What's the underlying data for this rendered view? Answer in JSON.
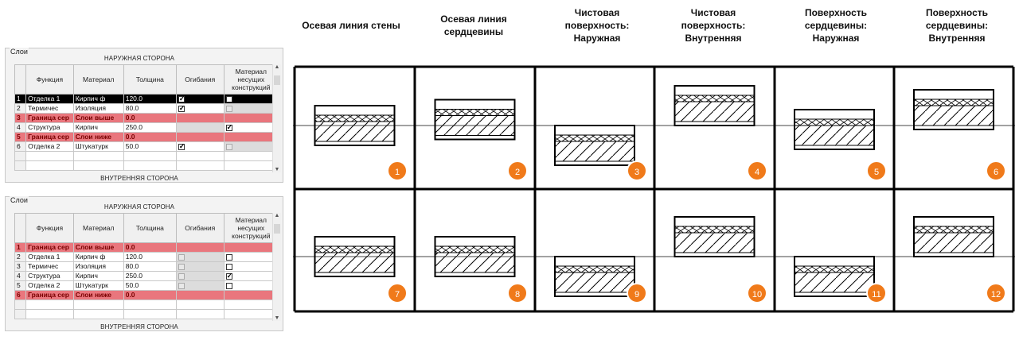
{
  "panels": [
    {
      "title": "Слои",
      "top_label": "НАРУЖНАЯ СТОРОНА",
      "bottom_label": "ВНУТРЕННЯЯ СТОРОНА",
      "headers": [
        "Функция",
        "Материал",
        "Толщина",
        "Огибания",
        "Материал несущих конструкций"
      ],
      "rows": [
        {
          "n": "1",
          "func": "Отделка 1",
          "mat": "Кирпич ф",
          "thick": "120.0",
          "wrap": "on",
          "struct": "off",
          "style": "sel"
        },
        {
          "n": "2",
          "func": "Термичес",
          "mat": "Изоляция",
          "thick": "80.0",
          "wrap": "on",
          "struct": "dis",
          "style": ""
        },
        {
          "n": "3",
          "func": "Граница сер",
          "mat": "Слои выше",
          "thick": "0.0",
          "wrap": "",
          "struct": "",
          "style": "hl"
        },
        {
          "n": "4",
          "func": "Структура",
          "mat": "Кирпич",
          "thick": "250.0",
          "wrap": "gray",
          "struct": "on",
          "style": ""
        },
        {
          "n": "5",
          "func": "Граница сер",
          "mat": "Слои ниже",
          "thick": "0.0",
          "wrap": "",
          "struct": "",
          "style": "hl"
        },
        {
          "n": "6",
          "func": "Отделка 2",
          "mat": "Штукатурк",
          "thick": "50.0",
          "wrap": "on",
          "struct": "dis",
          "style": ""
        }
      ]
    },
    {
      "title": "Слои",
      "top_label": "НАРУЖНАЯ СТОРОНА",
      "bottom_label": "ВНУТРЕННЯЯ СТОРОНА",
      "headers": [
        "Функция",
        "Материал",
        "Толщина",
        "Огибания",
        "Материал несущих конструкций"
      ],
      "rows": [
        {
          "n": "1",
          "func": "Граница сер",
          "mat": "Слои выше",
          "thick": "0.0",
          "wrap": "",
          "struct": "",
          "style": "hl"
        },
        {
          "n": "2",
          "func": "Отделка 1",
          "mat": "Кирпич ф",
          "thick": "120.0",
          "wrap": "dis",
          "struct": "off",
          "style": ""
        },
        {
          "n": "3",
          "func": "Термичес",
          "mat": "Изоляция",
          "thick": "80.0",
          "wrap": "dis",
          "struct": "off",
          "style": ""
        },
        {
          "n": "4",
          "func": "Структура",
          "mat": "Кирпич",
          "thick": "250.0",
          "wrap": "dis",
          "struct": "on",
          "style": ""
        },
        {
          "n": "5",
          "func": "Отделка 2",
          "mat": "Штукатурк",
          "thick": "50.0",
          "wrap": "dis",
          "struct": "off",
          "style": ""
        },
        {
          "n": "6",
          "func": "Граница сер",
          "mat": "Слои ниже",
          "thick": "0.0",
          "wrap": "",
          "struct": "",
          "style": "hl"
        }
      ]
    }
  ],
  "columns": [
    "Осевая линия стены",
    "Осевая линия сердцевины",
    "Чистовая поверхность: Наружная",
    "Чистовая поверхность: Внутренняя",
    "Поверхность сердцевины: Наружная",
    "Поверхность сердцевины: Внутренняя"
  ],
  "wall_positions": {
    "row1": [
      "centered",
      "core-centered",
      "below",
      "above",
      "core-below",
      "core-above"
    ],
    "row2": [
      "centered",
      "centered",
      "below",
      "above",
      "below",
      "above"
    ]
  },
  "badges": [
    "1",
    "2",
    "3",
    "4",
    "5",
    "6",
    "7",
    "8",
    "9",
    "10",
    "11",
    "12"
  ],
  "colors": {
    "highlight": "#e9767d",
    "badge": "#f07a1a",
    "selected_row": "#000000"
  }
}
